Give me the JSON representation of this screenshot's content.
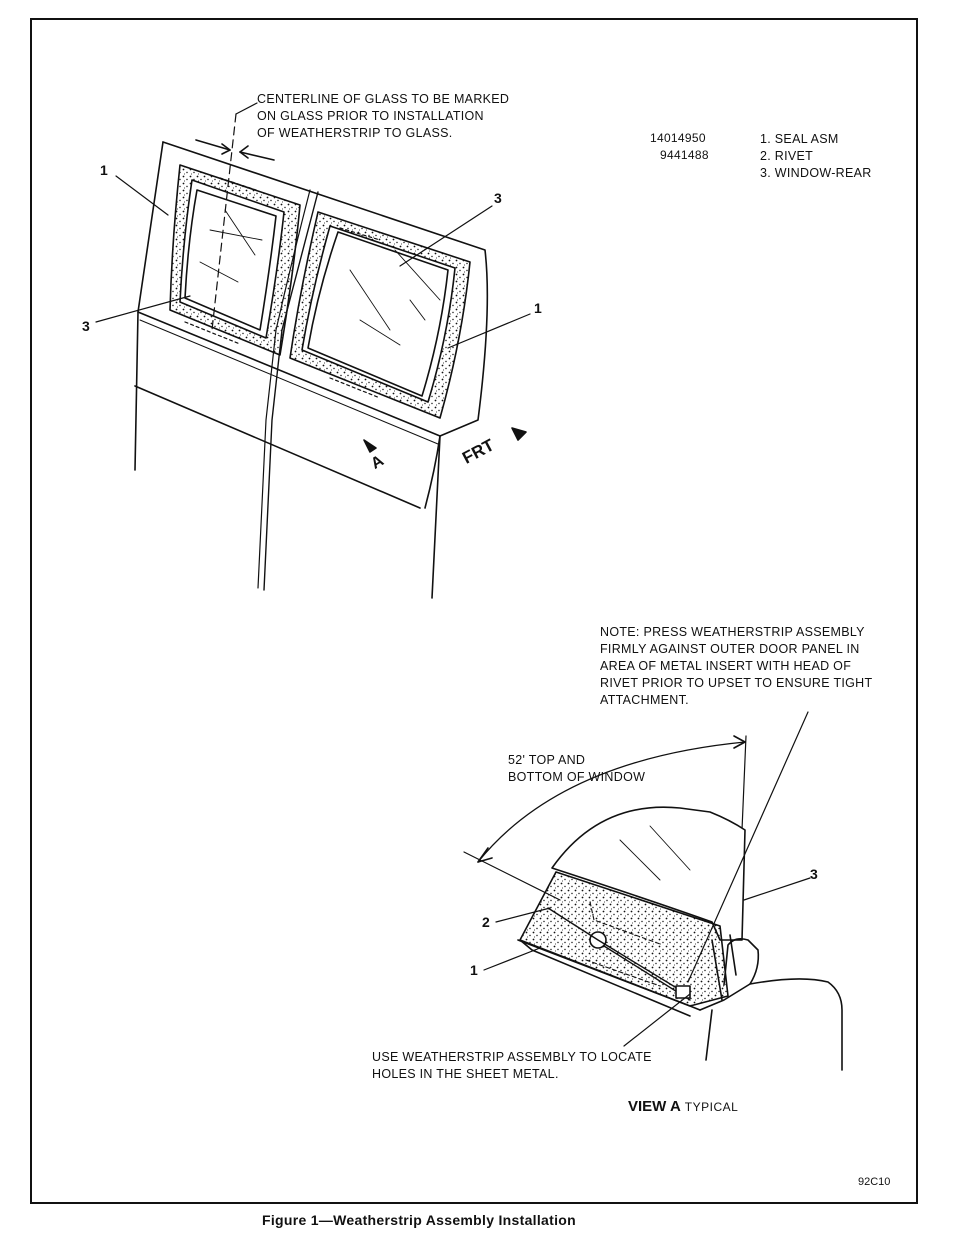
{
  "figure": {
    "caption": "Figure 1—Weatherstrip Assembly Installation",
    "code": "92C10"
  },
  "notes": {
    "centerline": [
      "CENTERLINE OF GLASS TO BE MARKED",
      "ON GLASS PRIOR TO INSTALLATION",
      "OF WEATHERSTRIP TO GLASS."
    ],
    "press": [
      "NOTE: PRESS WEATHERSTRIP ASSEMBLY",
      "FIRMLY AGAINST OUTER DOOR PANEL IN",
      "AREA OF METAL INSERT WITH HEAD OF",
      "RIVET PRIOR TO UPSET TO ENSURE TIGHT",
      "ATTACHMENT."
    ],
    "angle": [
      "52' TOP AND",
      "BOTTOM OF WINDOW"
    ],
    "locate": [
      "USE WEATHERSTRIP ASSEMBLY TO LOCATE",
      "HOLES IN THE SHEET METAL."
    ]
  },
  "part_numbers": [
    "14014950",
    "9441488"
  ],
  "legend": [
    "1. SEAL ASM",
    "2. RIVET",
    "3. WINDOW-REAR"
  ],
  "callouts": {
    "left_seal": "1",
    "left_glass": "3",
    "right_glass": "3",
    "right_seal": "1",
    "detail_window": "3",
    "detail_rivet": "2",
    "detail_seal": "1"
  },
  "direction": {
    "front": "FRT",
    "view_arrow": "A"
  },
  "view": {
    "title": "VIEW A",
    "subtitle": "TYPICAL"
  }
}
